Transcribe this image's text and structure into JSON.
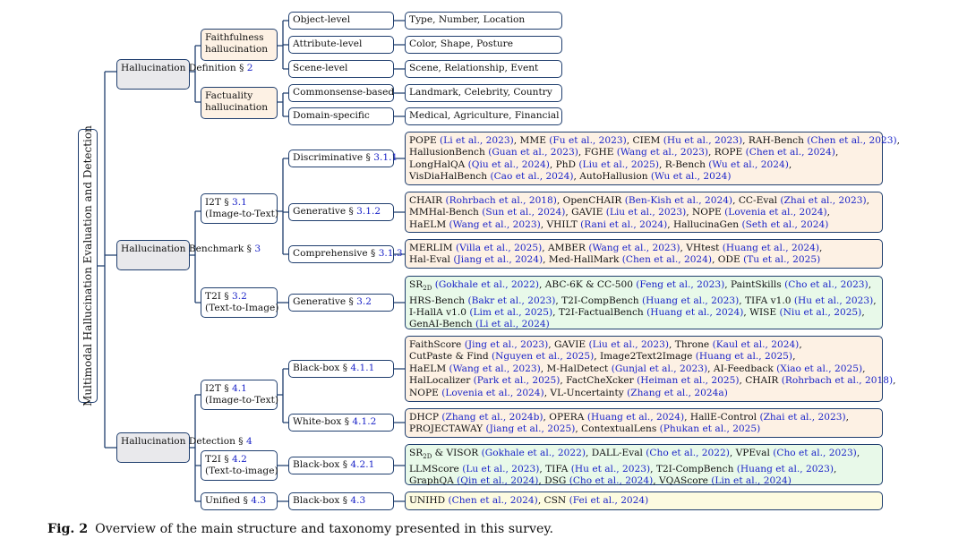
{
  "root": {
    "label": "Multimodal Hallucination Evaluation and Detection"
  },
  "definition": {
    "label": "Hallucination Definition §",
    "ref": "2",
    "faithfulness": {
      "label": "Faithfulness hallucination",
      "object": {
        "label": "Object-level",
        "leaf": "Type, Number, Location"
      },
      "attribute": {
        "label": "Attribute-level",
        "leaf": "Color, Shape, Posture"
      },
      "scene": {
        "label": "Scene-level",
        "leaf": "Scene, Relationship, Event"
      }
    },
    "factuality": {
      "label": "Factuality hallucination",
      "commonsense": {
        "label": "Commonsense-based",
        "leaf": "Landmark, Celebrity, Country"
      },
      "domain": {
        "label": "Domain-specific",
        "leaf": "Medical, Agriculture, Financial"
      }
    }
  },
  "benchmark": {
    "label": "Hallucination Benchmark §",
    "ref": "3",
    "i2t": {
      "label": "I2T §",
      "ref": "3.1",
      "sub": "(Image-to-Text)",
      "discriminative": {
        "label": "Discriminative §",
        "ref": "3.1.1"
      },
      "generative": {
        "label": "Generative §",
        "ref": "3.1.2"
      },
      "comprehensive": {
        "label": "Comprehensive §",
        "ref": "3.1.3"
      }
    },
    "t2i": {
      "label": "T2I §",
      "ref": "3.2",
      "sub": "(Text-to-Image)",
      "generative": {
        "label": "Generative §",
        "ref": "3.2"
      }
    }
  },
  "detection": {
    "label": "Hallucination Detection §",
    "ref": "4",
    "i2t": {
      "label": "I2T §",
      "ref": "4.1",
      "sub": "(Image-to-Text)",
      "blackbox": {
        "label": "Black-box §",
        "ref": "4.1.1"
      },
      "whitebox": {
        "label": "White-box §",
        "ref": "4.1.2"
      }
    },
    "t2i": {
      "label": "T2I §",
      "ref": "4.2",
      "sub": "(Text-to-image)",
      "blackbox": {
        "label": "Black-box §",
        "ref": "4.2.1"
      }
    },
    "unified": {
      "label": "Unified §",
      "ref": "4.3",
      "blackbox": {
        "label": "Black-box §",
        "ref": "4.3"
      }
    }
  },
  "leaves": {
    "discriminative": [
      [
        [
          "POPE ",
          0
        ],
        [
          "(Li et al., 2023)",
          1
        ],
        [
          ", MME ",
          0
        ],
        [
          "(Fu et al., 2023)",
          1
        ],
        [
          ", CIEM ",
          0
        ],
        [
          "(Hu et al., 2023)",
          1
        ],
        [
          ", RAH-Bench ",
          0
        ],
        [
          "(Chen et al., 2023)",
          1
        ],
        [
          ",",
          0
        ]
      ],
      [
        [
          "HallusionBench ",
          0
        ],
        [
          "(Guan et al., 2023)",
          1
        ],
        [
          ", FGHE ",
          0
        ],
        [
          "(Wang et al., 2023)",
          1
        ],
        [
          ", ROPE ",
          0
        ],
        [
          "(Chen et al., 2024)",
          1
        ],
        [
          ",",
          0
        ]
      ],
      [
        [
          "LongHalQA ",
          0
        ],
        [
          "(Qiu et al., 2024)",
          1
        ],
        [
          ", PhD ",
          0
        ],
        [
          "(Liu et al., 2025)",
          1
        ],
        [
          ", R-Bench ",
          0
        ],
        [
          "(Wu et al., 2024)",
          1
        ],
        [
          ",",
          0
        ]
      ],
      [
        [
          "VisDiaHalBench ",
          0
        ],
        [
          "(Cao et al., 2024)",
          1
        ],
        [
          ", AutoHallusion ",
          0
        ],
        [
          "(Wu et al., 2024)",
          1
        ]
      ]
    ],
    "generative_i2t": [
      [
        [
          "CHAIR ",
          0
        ],
        [
          "(Rohrbach et al., 2018)",
          1
        ],
        [
          ", OpenCHAIR ",
          0
        ],
        [
          "(Ben-Kish et al., 2024)",
          1
        ],
        [
          ", CC-Eval ",
          0
        ],
        [
          "(Zhai et al., 2023)",
          1
        ],
        [
          ",",
          0
        ]
      ],
      [
        [
          "MMHal-Bench ",
          0
        ],
        [
          "(Sun et al., 2024)",
          1
        ],
        [
          ", GAVIE ",
          0
        ],
        [
          "(Liu et al., 2023)",
          1
        ],
        [
          ", NOPE ",
          0
        ],
        [
          "(Lovenia et al., 2024)",
          1
        ],
        [
          ",",
          0
        ]
      ],
      [
        [
          "HaELM ",
          0
        ],
        [
          "(Wang et al., 2023)",
          1
        ],
        [
          ", VHILT ",
          0
        ],
        [
          "(Rani et al., 2024)",
          1
        ],
        [
          ", HallucinaGen ",
          0
        ],
        [
          "(Seth et al., 2024)",
          1
        ]
      ]
    ],
    "comprehensive": [
      [
        [
          "MERLIM ",
          0
        ],
        [
          "(Villa et al., 2025)",
          1
        ],
        [
          ", AMBER ",
          0
        ],
        [
          "(Wang et al., 2023)",
          1
        ],
        [
          ", VHtest ",
          0
        ],
        [
          "(Huang et al., 2024)",
          1
        ],
        [
          ",",
          0
        ]
      ],
      [
        [
          "Hal-Eval ",
          0
        ],
        [
          "(Jiang et al., 2024)",
          1
        ],
        [
          ", Med-HallMark ",
          0
        ],
        [
          "(Chen et al., 2024)",
          1
        ],
        [
          ", ODE ",
          0
        ],
        [
          "(Tu et al., 2025)",
          1
        ]
      ]
    ],
    "generative_t2i": [
      [
        [
          "SR",
          0
        ],
        [
          "2D",
          2
        ],
        [
          " ",
          0
        ],
        [
          "(Gokhale et al., 2022)",
          1
        ],
        [
          ", ABC-6K & CC-500 ",
          0
        ],
        [
          "(Feng et al., 2023)",
          1
        ],
        [
          ", PaintSkills ",
          0
        ],
        [
          "(Cho et al., 2023)",
          1
        ],
        [
          ",",
          0
        ]
      ],
      [
        [
          "HRS-Bench ",
          0
        ],
        [
          "(Bakr et al., 2023)",
          1
        ],
        [
          ", T2I-CompBench ",
          0
        ],
        [
          "(Huang et al., 2023)",
          1
        ],
        [
          ", TIFA v1.0 ",
          0
        ],
        [
          "(Hu et al., 2023)",
          1
        ],
        [
          ",",
          0
        ]
      ],
      [
        [
          "I-HallA v1.0 ",
          0
        ],
        [
          "(Lim et al., 2025)",
          1
        ],
        [
          ", T2I-FactualBench ",
          0
        ],
        [
          "(Huang et al., 2024)",
          1
        ],
        [
          ", WISE ",
          0
        ],
        [
          "(Niu et al., 2025)",
          1
        ],
        [
          ",",
          0
        ]
      ],
      [
        [
          "GenAI-Bench ",
          0
        ],
        [
          "(Li et al., 2024)",
          1
        ]
      ]
    ],
    "blackbox_i2t": [
      [
        [
          "FaithScore ",
          0
        ],
        [
          "(Jing et al., 2023)",
          1
        ],
        [
          ", GAVIE ",
          0
        ],
        [
          "(Liu et al., 2023)",
          1
        ],
        [
          ", Throne ",
          0
        ],
        [
          "(Kaul et al., 2024)",
          1
        ],
        [
          ",",
          0
        ]
      ],
      [
        [
          "CutPaste & Find ",
          0
        ],
        [
          "(Nguyen et al., 2025)",
          1
        ],
        [
          ", Image2Text2Image ",
          0
        ],
        [
          "(Huang et al., 2025)",
          1
        ],
        [
          ",",
          0
        ]
      ],
      [
        [
          "HaELM ",
          0
        ],
        [
          "(Wang et al., 2023)",
          1
        ],
        [
          ", M-HalDetect ",
          0
        ],
        [
          "(Gunjal et al., 2023)",
          1
        ],
        [
          ", AI-Feedback ",
          0
        ],
        [
          "(Xiao et al., 2025)",
          1
        ],
        [
          ",",
          0
        ]
      ],
      [
        [
          "HalLocalizer ",
          0
        ],
        [
          "(Park et al., 2025)",
          1
        ],
        [
          ", FactCheXcker ",
          0
        ],
        [
          "(Heiman et al., 2025)",
          1
        ],
        [
          ", CHAIR ",
          0
        ],
        [
          "(Rohrbach et al., 2018)",
          1
        ],
        [
          ",",
          0
        ]
      ],
      [
        [
          "NOPE ",
          0
        ],
        [
          "(Lovenia et al., 2024)",
          1
        ],
        [
          ", VL-Uncertainty ",
          0
        ],
        [
          "(Zhang et al., 2024a)",
          1
        ]
      ]
    ],
    "whitebox": [
      [
        [
          "DHCP ",
          0
        ],
        [
          "(Zhang et al., 2024b)",
          1
        ],
        [
          ", OPERA ",
          0
        ],
        [
          "(Huang et al., 2024)",
          1
        ],
        [
          ", HallE-Control ",
          0
        ],
        [
          "(Zhai et al., 2023)",
          1
        ],
        [
          ",",
          0
        ]
      ],
      [
        [
          "PROJECTAWAY ",
          0
        ],
        [
          "(Jiang et al., 2025)",
          1
        ],
        [
          ", ContextualLens ",
          0
        ],
        [
          "(Phukan et al., 2025)",
          1
        ]
      ]
    ],
    "blackbox_t2i": [
      [
        [
          "SR",
          0
        ],
        [
          "2D",
          2
        ],
        [
          " & VISOR ",
          0
        ],
        [
          "(Gokhale et al., 2022)",
          1
        ],
        [
          ", DALL-Eval ",
          0
        ],
        [
          "(Cho et al., 2022)",
          1
        ],
        [
          ", VPEval ",
          0
        ],
        [
          "(Cho et al., 2023)",
          1
        ],
        [
          ",",
          0
        ]
      ],
      [
        [
          "LLMScore ",
          0
        ],
        [
          "(Lu et al., 2023)",
          1
        ],
        [
          ", TIFA ",
          0
        ],
        [
          "(Hu et al., 2023)",
          1
        ],
        [
          ", T2I-CompBench ",
          0
        ],
        [
          "(Huang et al., 2023)",
          1
        ],
        [
          ",",
          0
        ]
      ],
      [
        [
          "GraphQA ",
          0
        ],
        [
          "(Qin et al., 2024)",
          1
        ],
        [
          ", DSG ",
          0
        ],
        [
          "(Cho et al., 2024)",
          1
        ],
        [
          ", VQAScore ",
          0
        ],
        [
          "(Lin et al., 2024)",
          1
        ]
      ]
    ],
    "unified": [
      [
        [
          "UNIHD ",
          0
        ],
        [
          "(Chen et al., 2024)",
          1
        ],
        [
          ", CSN ",
          0
        ],
        [
          "(Fei et al., 2024)",
          1
        ]
      ]
    ]
  },
  "caption": {
    "label": "Fig. 2",
    "text": "Overview of the main structure and taxonomy presented in this survey."
  },
  "colors": {
    "border": "#1f3e6e",
    "link": "#1b24c8",
    "gray": "#e9e9ec",
    "peach": "#fdf1e4",
    "green": "#e8f9e9",
    "yellow": "#fdfbe0"
  }
}
